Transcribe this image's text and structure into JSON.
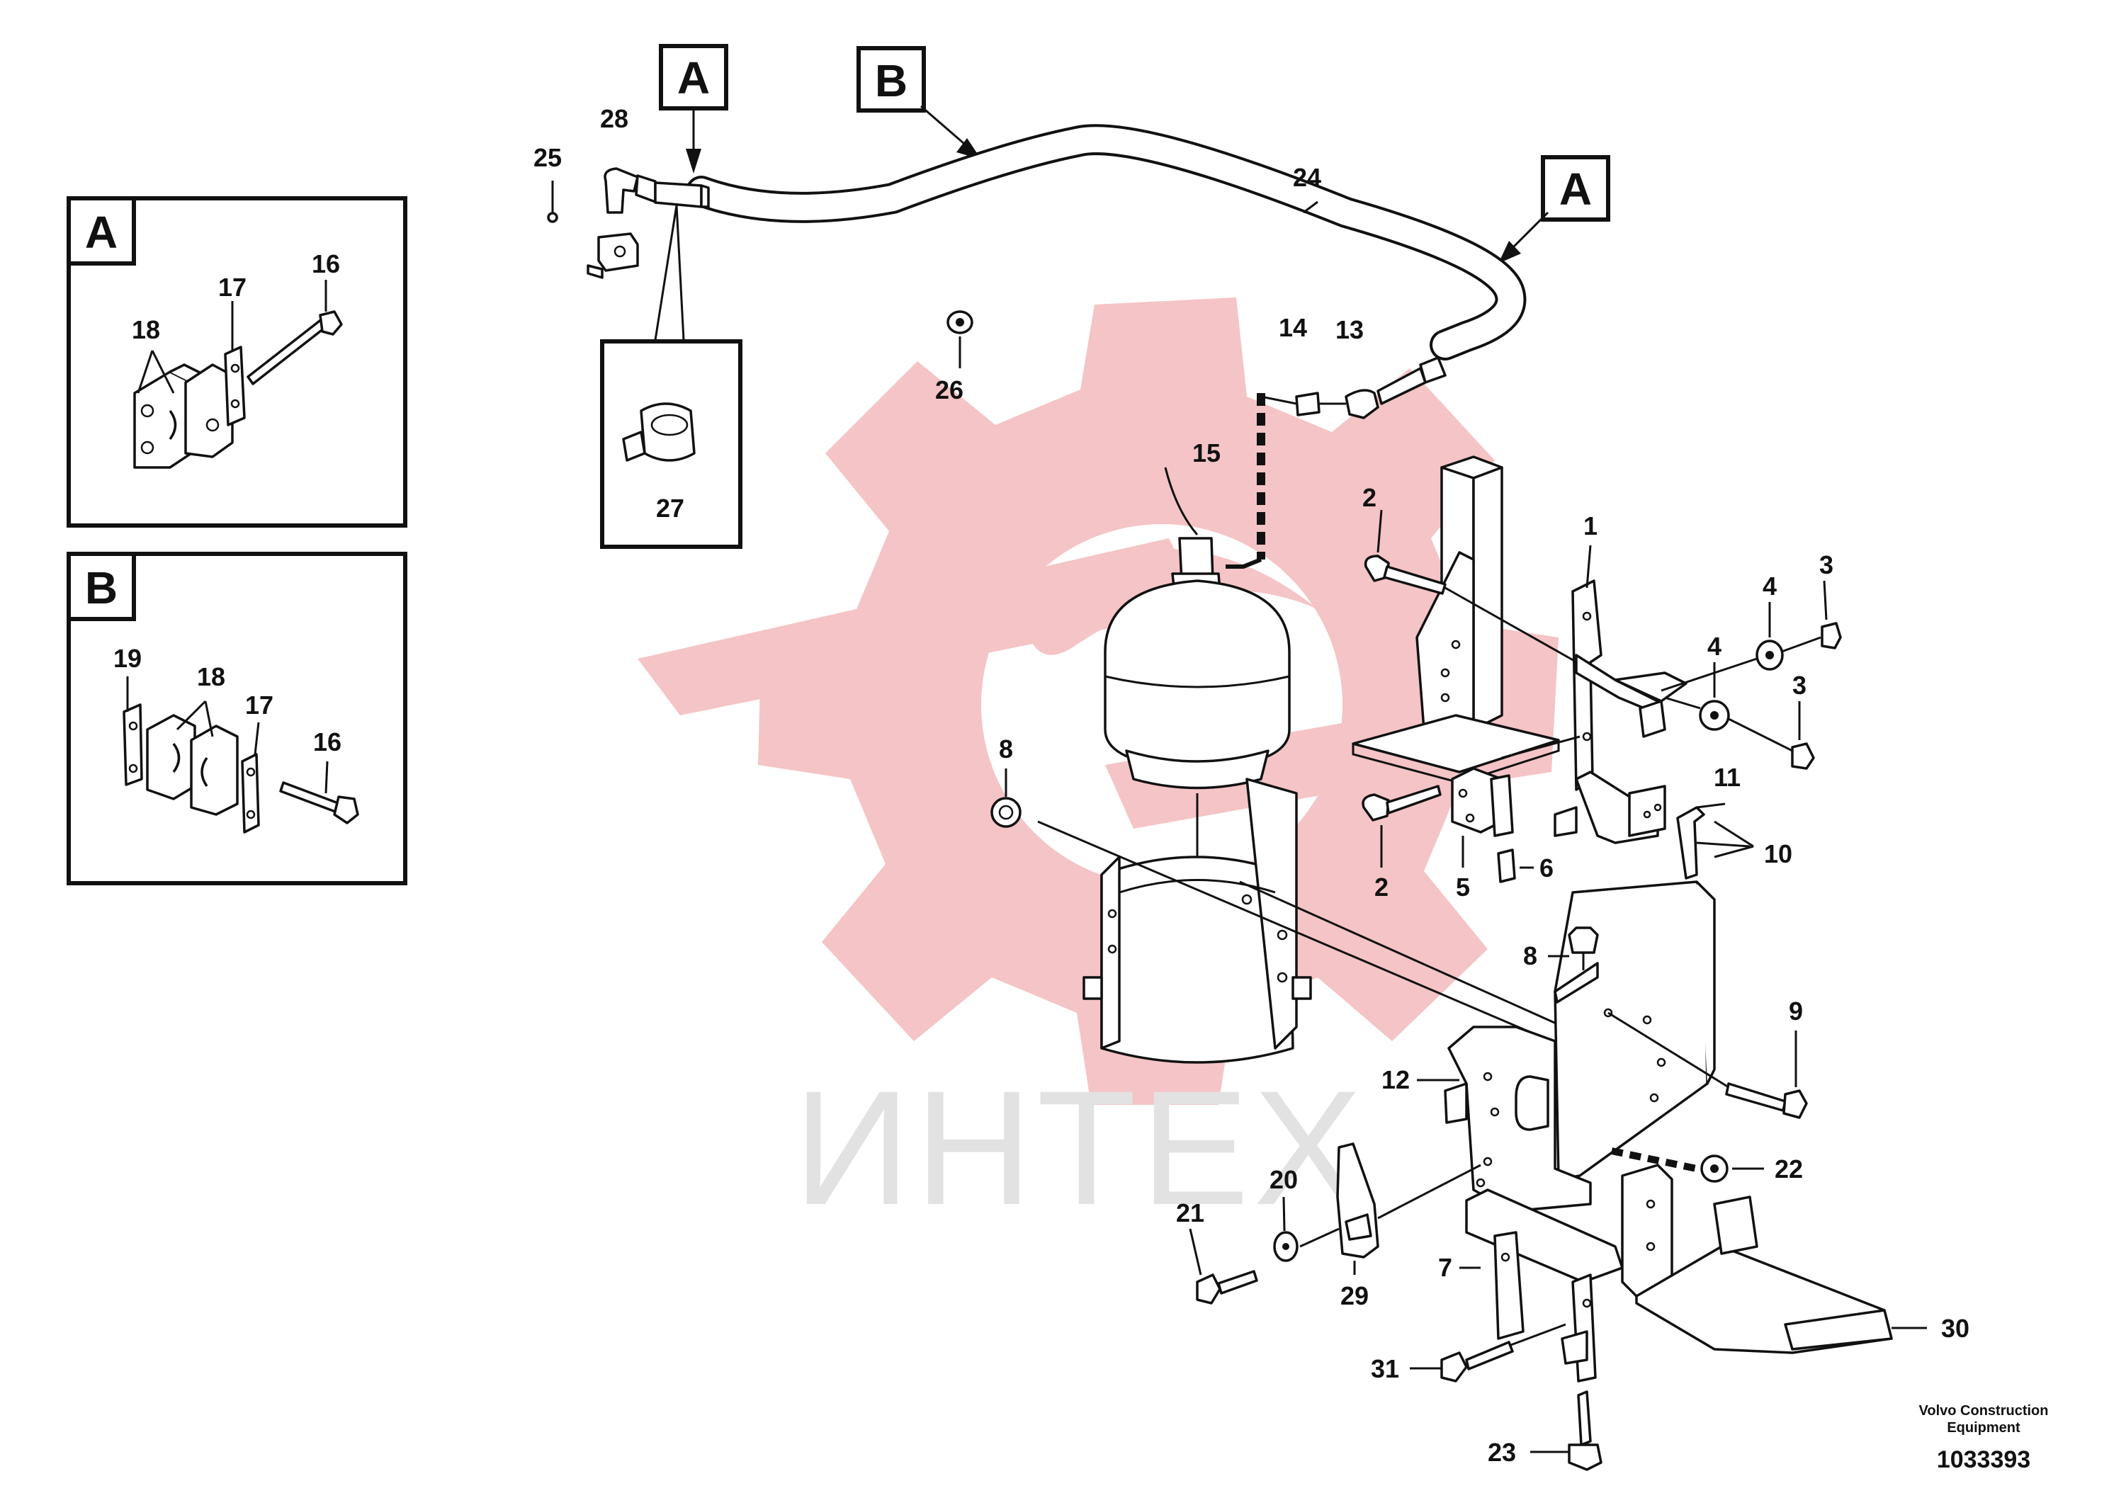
{
  "watermark": {
    "text": "ИНТЕХ",
    "color": "#f5c4c6",
    "text_color": "#e2e2e2"
  },
  "credit": {
    "line1": "Volvo Construction",
    "line2": "Equipment",
    "doc_number": "1033393"
  },
  "detail_views": [
    {
      "id": "A",
      "title": "A"
    },
    {
      "id": "B",
      "title": "B"
    }
  ],
  "view_markers": [
    "A",
    "B",
    "A"
  ],
  "callouts": {
    "inset_a": [
      "18",
      "17",
      "16"
    ],
    "inset_b": [
      "19",
      "18",
      "17",
      "16"
    ],
    "main": [
      "28",
      "25",
      "24",
      "26",
      "14",
      "13",
      "15",
      "27",
      "2",
      "1",
      "4",
      "3",
      "4",
      "3",
      "8",
      "2",
      "5",
      "6",
      "11",
      "10",
      "8",
      "9",
      "12",
      "22",
      "20",
      "21",
      "29",
      "7",
      "30",
      "31",
      "23"
    ]
  },
  "colors": {
    "line": "#111111",
    "background": "#ffffff",
    "watermark": "#f5c4c6"
  }
}
